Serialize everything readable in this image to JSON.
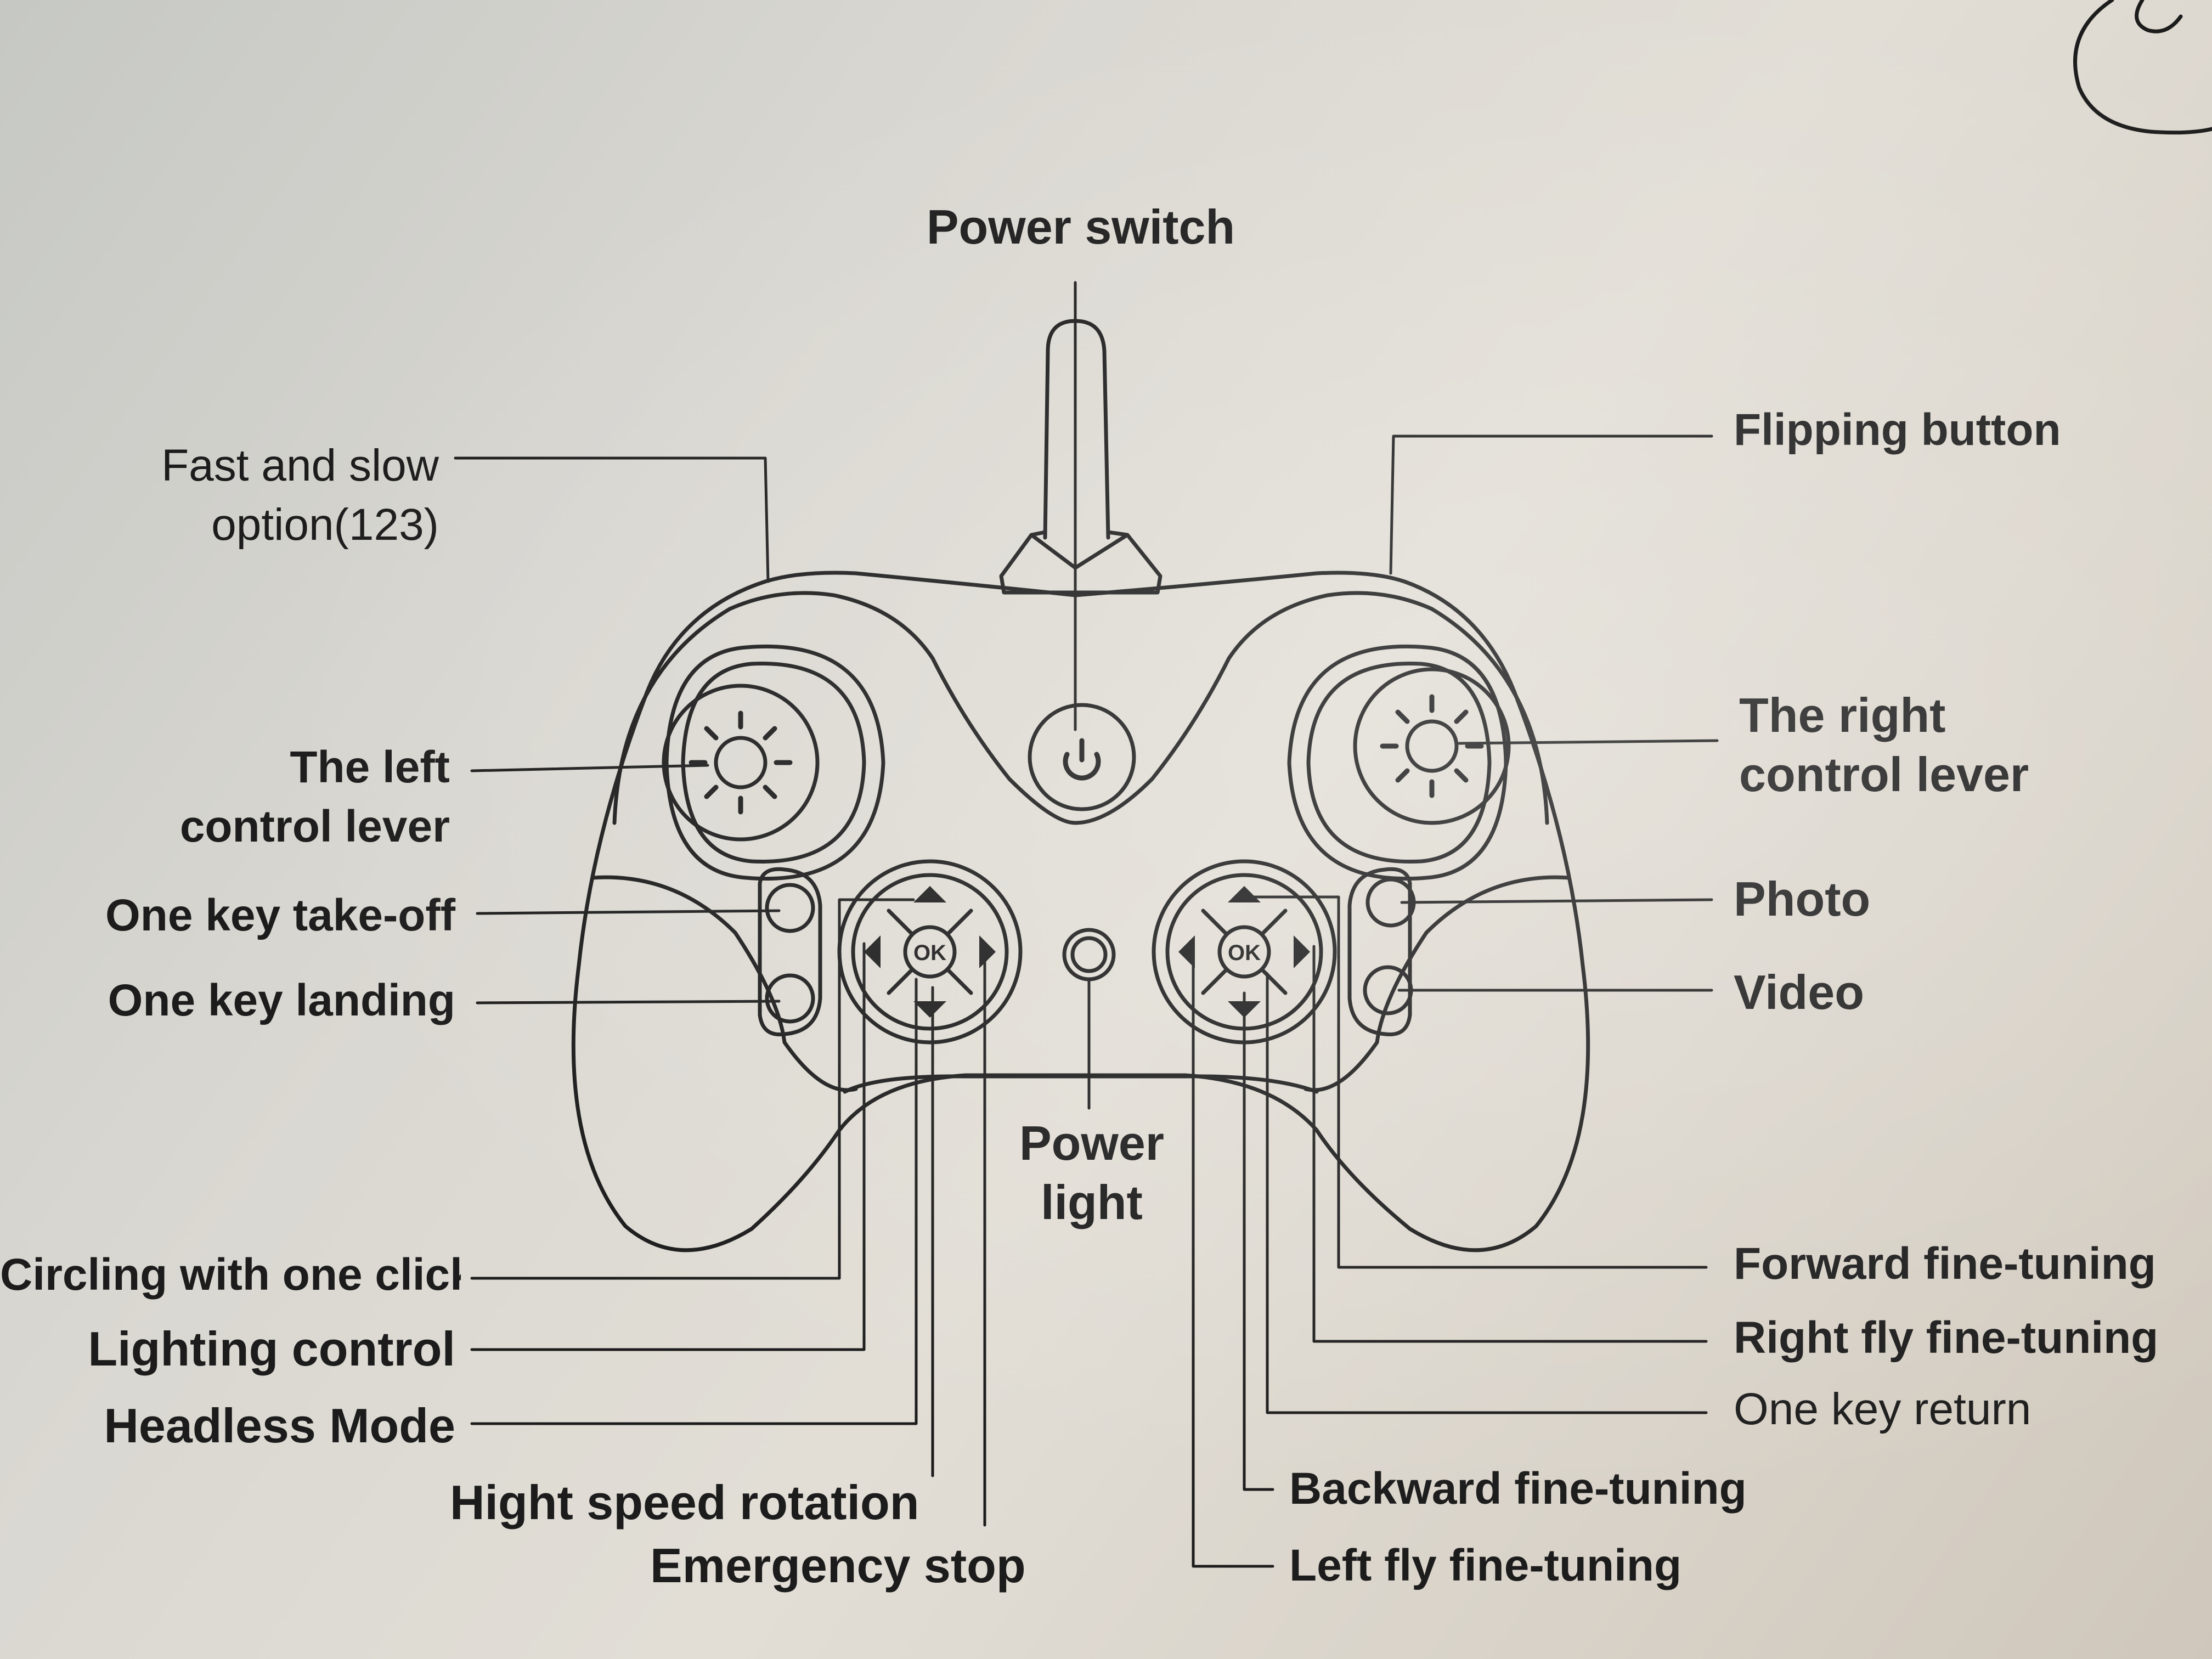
{
  "labels": {
    "power_switch": "Power switch",
    "fast_slow_1": "Fast and slow",
    "fast_slow_2": "option(123)",
    "flipping_button": "Flipping button",
    "left_lever_1": "The left",
    "left_lever_2": "control lever",
    "right_lever_1": "The right",
    "right_lever_2": "control lever",
    "one_key_takeoff": "One key take-off",
    "one_key_landing": "One key landing",
    "photo": "Photo",
    "video": "Video",
    "power_light_1": "Power",
    "power_light_2": "light",
    "circling": "Circling with one click",
    "lighting_control": "Lighting control",
    "headless_mode": "Headless Mode",
    "hight_speed_rotation": "Hight speed rotation",
    "emergency_stop": "Emergency stop",
    "forward_fine_tuning": "Forward fine-tuning",
    "right_fly_fine_tuning": "Right fly fine-tuning",
    "one_key_return": "One key return",
    "backward_fine_tuning": "Backward fine-tuning",
    "left_fly_fine_tuning": "Left fly fine-tuning",
    "ok_left": "OK",
    "ok_right": "OK"
  },
  "colors": {
    "ink": "#1c1c1c",
    "paper": "#dcd9d2"
  }
}
